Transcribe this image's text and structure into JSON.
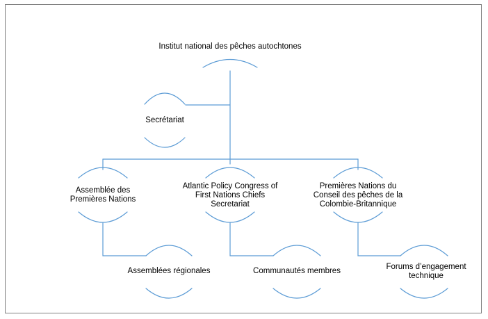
{
  "colors": {
    "connector": "#5b9bd5",
    "frame": "#7f7f7f",
    "text": "#000000"
  },
  "nodes": {
    "institut": "Institut national des pêches autochtones",
    "secretariat": "Secrétariat",
    "apn": "Assemblée des\nPremières Nations",
    "apc": "Atlantic Policy Congress of\nFirst Nations Chiefs\nSecretariat",
    "bc": "Premières Nations du\nConseil des pêches de la\nColombie-Britannique",
    "regional": "Assemblées régionales",
    "communities": "Communautés membres",
    "forums": "Forums d’engagement\ntechnique"
  }
}
